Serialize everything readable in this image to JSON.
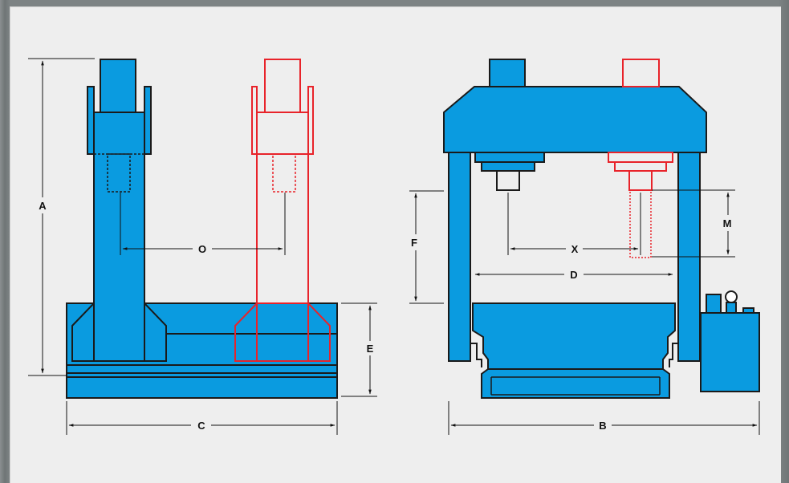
{
  "labels": {
    "A": "A",
    "B": "B",
    "C": "C",
    "D": "D",
    "E": "E",
    "F": "F",
    "M": "M",
    "O": "O",
    "X": "X"
  },
  "colors": {
    "machine_fill": "#0a9be0",
    "outline": "#1a1a1a",
    "alt_position": "#e8232a",
    "background": "#eeeeee"
  }
}
